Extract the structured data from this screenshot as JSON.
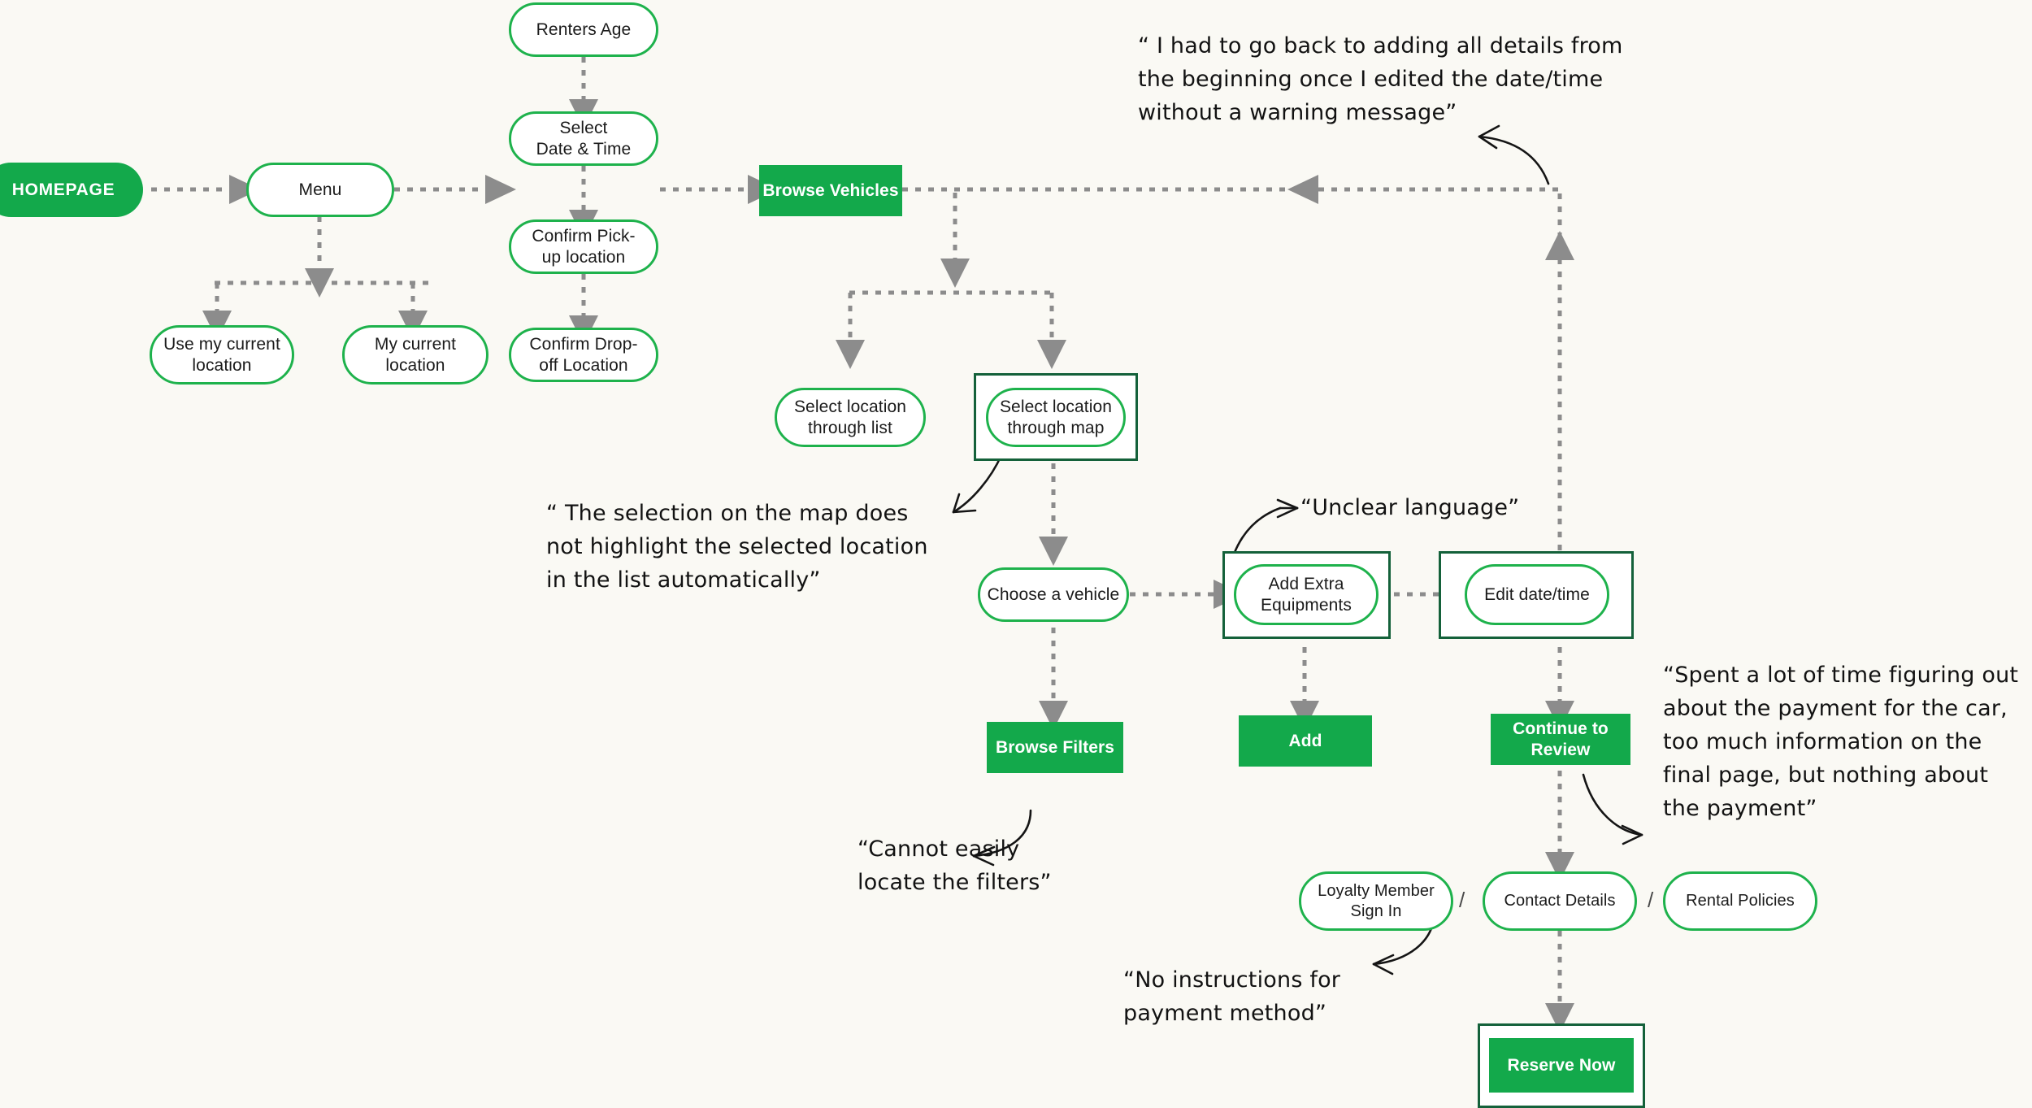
{
  "diagram": {
    "title": "Car rental booking user flow with usability annotations",
    "background_color": "#faf9f4",
    "accent_green": "#13a94b",
    "outline_green": "#1eb24c",
    "highlight_green": "#14613a",
    "connector_color": "#8c8c8c"
  },
  "nodes": {
    "homepage": "HOMEPAGE",
    "menu": "Menu",
    "use_my_current_location": "Use my current location",
    "my_current_location": "My current location",
    "renters_age": "Renters Age",
    "select_date_time": "Select\nDate & Time",
    "confirm_pickup": "Confirm Pick-\nup location",
    "confirm_dropoff": "Confirm Drop-\noff Location",
    "browse_vehicles": "Browse Vehicles",
    "select_location_list": "Select location\nthrough list",
    "select_location_map": "Select location\nthrough map",
    "choose_a_vehicle": "Choose a vehicle",
    "browse_filters": "Browse Filters",
    "add_extra_equipments": "Add Extra\nEquipments",
    "add": "Add",
    "edit_date_time": "Edit date/time",
    "continue_to_review": "Continue to Review",
    "loyalty_member_sign_in": "Loyalty Member\nSign In",
    "contact_details": "Contact Details",
    "rental_policies": "Rental Policies",
    "reserve_now": "Reserve Now"
  },
  "separators": {
    "slash_one": "/",
    "slash_two": "/"
  },
  "annotations": {
    "date_time_warning": "“ I had to go back to adding all details from\nthe beginning once I edited the date/time\nwithout a warning message”",
    "map_selection": "“ The selection on the map does\nnot highlight the selected location\nin the list automatically”",
    "unclear_language": "“Unclear language”",
    "payment_info": "“Spent a lot of time figuring out\nabout the payment for the car,\ntoo much information on the\nfinal page, but nothing about\nthe payment”",
    "filters": "“Cannot easily\nlocate the filters”",
    "payment_method": "“No instructions for\npayment method”"
  }
}
